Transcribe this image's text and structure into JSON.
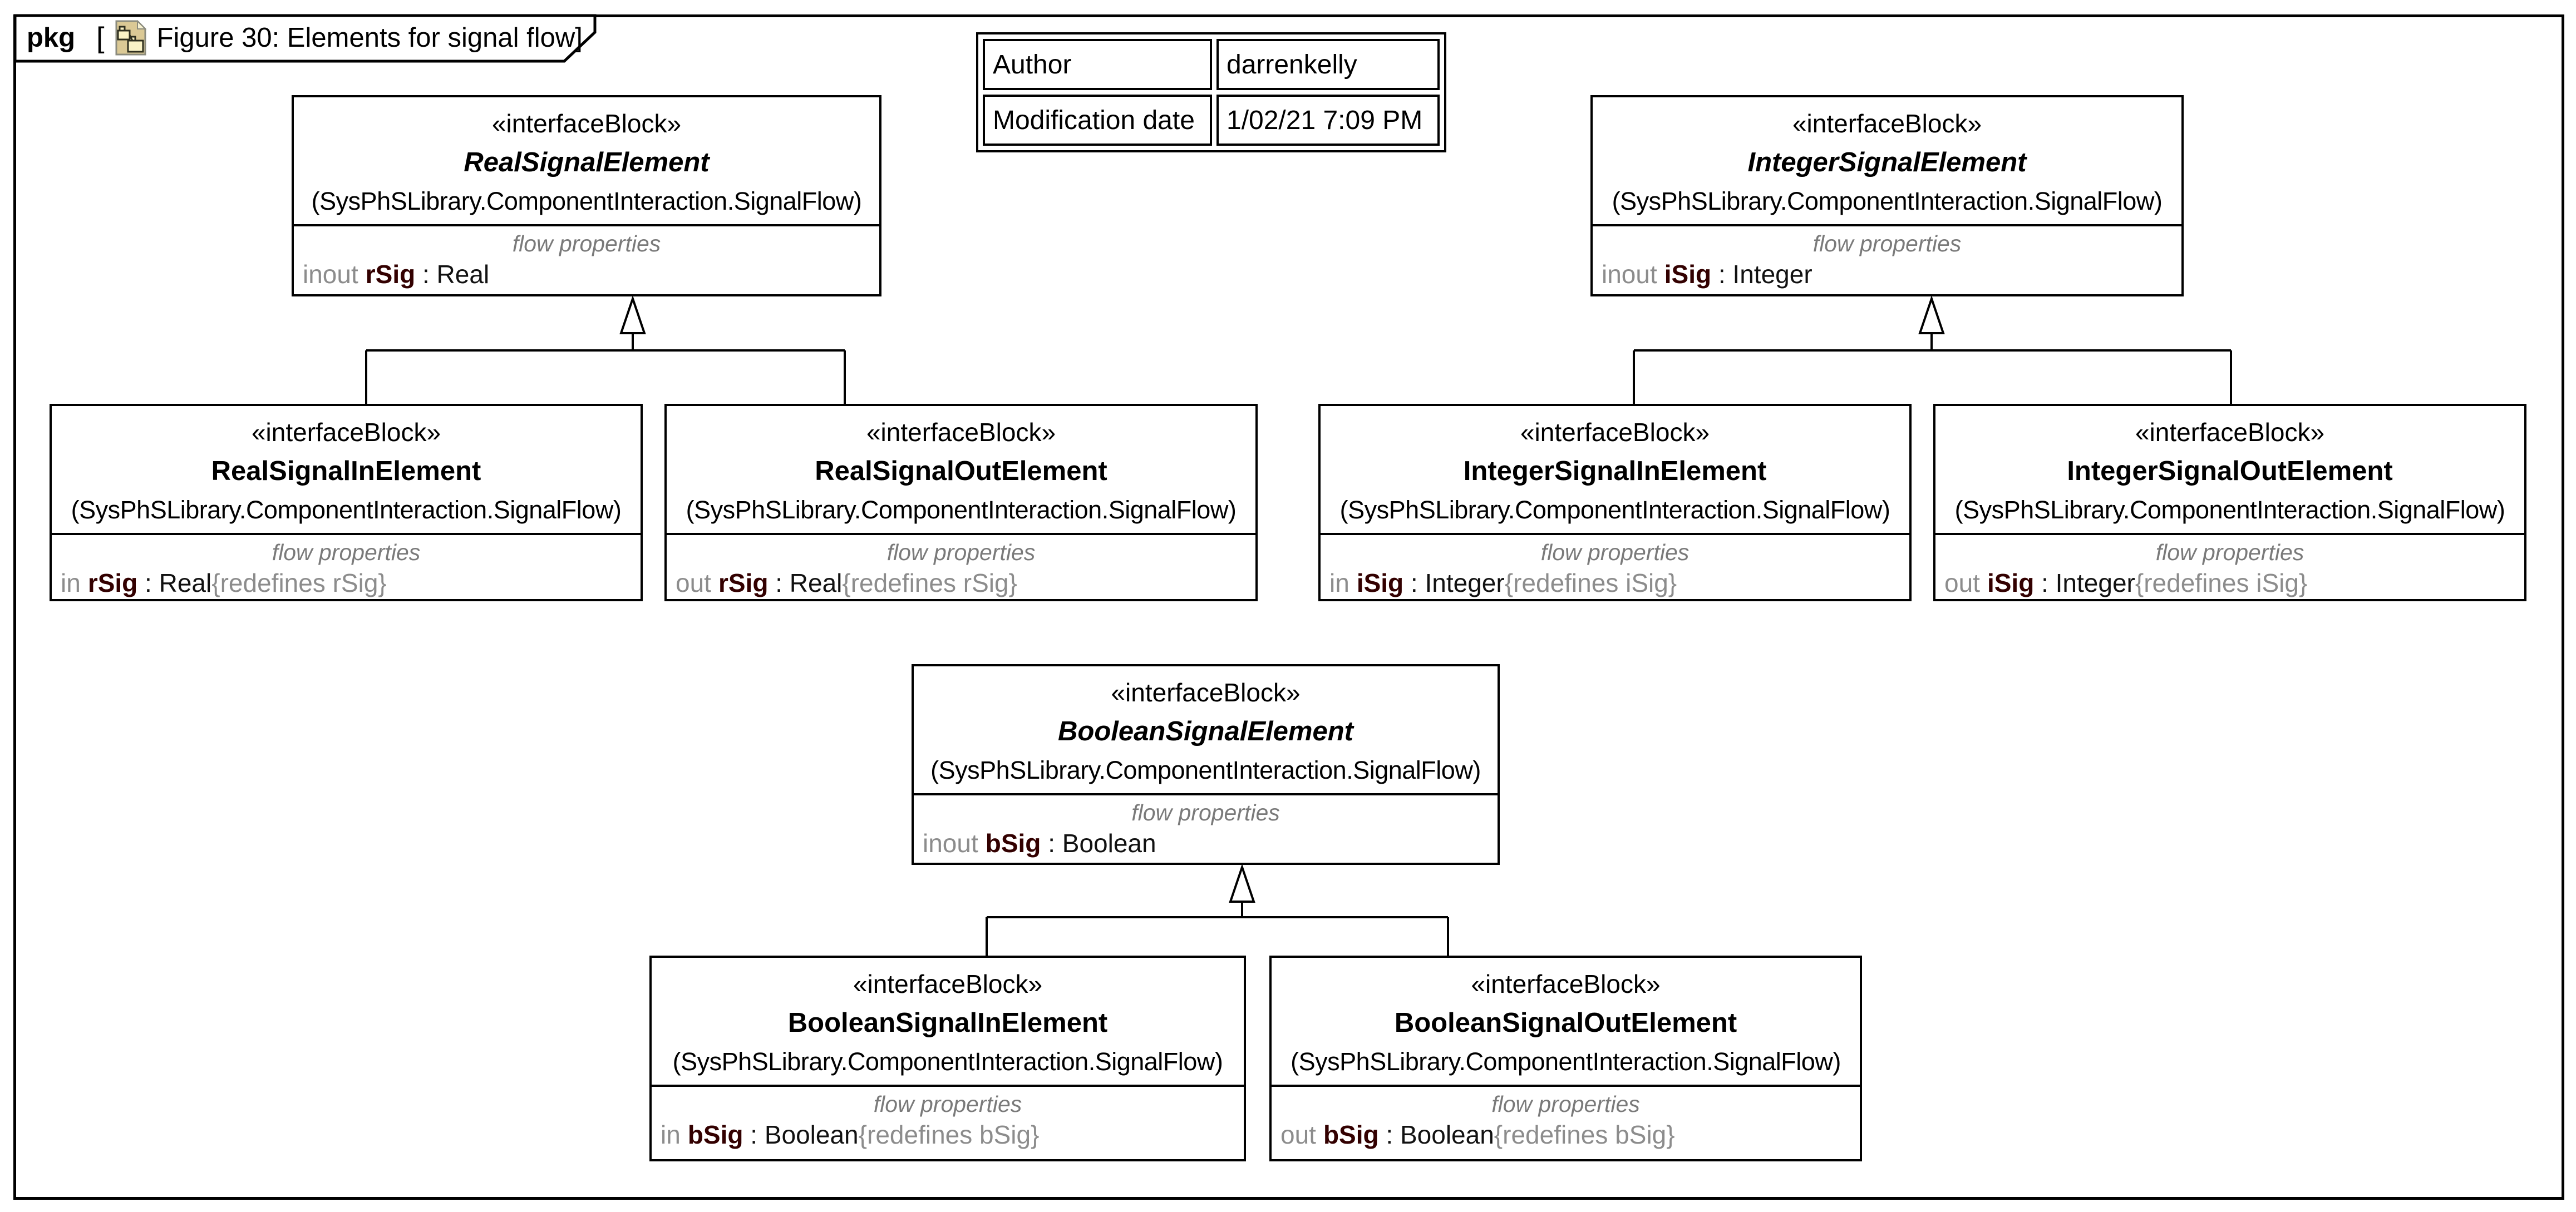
{
  "frame": {
    "tab": {
      "kind_label": "pkg",
      "open_bracket": "[",
      "icon": "package-diagram-icon",
      "title": "Figure 30: Elements for signal flow]"
    }
  },
  "info_table": {
    "rows": [
      {
        "label": "Author",
        "value": "darrenkelly"
      },
      {
        "label": "Modification date",
        "value": "1/02/21 7:09 PM"
      }
    ]
  },
  "blocks": [
    {
      "stereotype": "«interfaceBlock»",
      "name": "RealSignalElement",
      "path": "(SysPhSLibrary.ComponentInteraction.SignalFlow)",
      "compartment_label": "flow properties",
      "property": {
        "dir": "inout",
        "name": "rSig",
        "type": " : Real",
        "redefines": ""
      }
    },
    {
      "stereotype": "«interfaceBlock»",
      "name": "RealSignalInElement",
      "path": "(SysPhSLibrary.ComponentInteraction.SignalFlow)",
      "compartment_label": "flow properties",
      "property": {
        "dir": "in",
        "name": "rSig",
        "type": " : Real",
        "redefines": "{redefines rSig}"
      }
    },
    {
      "stereotype": "«interfaceBlock»",
      "name": "RealSignalOutElement",
      "path": "(SysPhSLibrary.ComponentInteraction.SignalFlow)",
      "compartment_label": "flow properties",
      "property": {
        "dir": "out",
        "name": "rSig",
        "type": " : Real",
        "redefines": "{redefines rSig}"
      }
    },
    {
      "stereotype": "«interfaceBlock»",
      "name": "IntegerSignalElement",
      "path": "(SysPhSLibrary.ComponentInteraction.SignalFlow)",
      "compartment_label": "flow properties",
      "property": {
        "dir": "inout",
        "name": "iSig",
        "type": " : Integer",
        "redefines": ""
      }
    },
    {
      "stereotype": "«interfaceBlock»",
      "name": "IntegerSignalInElement",
      "path": "(SysPhSLibrary.ComponentInteraction.SignalFlow)",
      "compartment_label": "flow properties",
      "property": {
        "dir": "in",
        "name": "iSig",
        "type": " : Integer",
        "redefines": "{redefines iSig}"
      }
    },
    {
      "stereotype": "«interfaceBlock»",
      "name": "IntegerSignalOutElement",
      "path": "(SysPhSLibrary.ComponentInteraction.SignalFlow)",
      "compartment_label": "flow properties",
      "property": {
        "dir": "out",
        "name": "iSig",
        "type": " : Integer",
        "redefines": "{redefines iSig}"
      }
    },
    {
      "stereotype": "«interfaceBlock»",
      "name": "BooleanSignalElement",
      "path": "(SysPhSLibrary.ComponentInteraction.SignalFlow)",
      "compartment_label": "flow properties",
      "property": {
        "dir": "inout",
        "name": "bSig",
        "type": " : Boolean",
        "redefines": ""
      }
    },
    {
      "stereotype": "«interfaceBlock»",
      "name": "BooleanSignalInElement",
      "path": "(SysPhSLibrary.ComponentInteraction.SignalFlow)",
      "compartment_label": "flow properties",
      "property": {
        "dir": "in",
        "name": "bSig",
        "type": " : Boolean",
        "redefines": "{redefines bSig}"
      }
    },
    {
      "stereotype": "«interfaceBlock»",
      "name": "BooleanSignalOutElement",
      "path": "(SysPhSLibrary.ComponentInteraction.SignalFlow)",
      "compartment_label": "flow properties",
      "property": {
        "dir": "out",
        "name": "bSig",
        "type": " : Boolean",
        "redefines": "{redefines bSig}"
      }
    }
  ],
  "generalizations": [
    {
      "child": "RealSignalInElement",
      "parent": "RealSignalElement"
    },
    {
      "child": "RealSignalOutElement",
      "parent": "RealSignalElement"
    },
    {
      "child": "IntegerSignalInElement",
      "parent": "IntegerSignalElement"
    },
    {
      "child": "IntegerSignalOutElement",
      "parent": "IntegerSignalElement"
    },
    {
      "child": "BooleanSignalInElement",
      "parent": "BooleanSignalElement"
    },
    {
      "child": "BooleanSignalOutElement",
      "parent": "BooleanSignalElement"
    }
  ],
  "colors": {
    "line": "#000000",
    "property_direction": "#8c8c8c",
    "property_name": "#330000",
    "redefines_text": "#8c8c8c",
    "compartment_label": "#7a7a7a",
    "icon_body": "#dbc995",
    "icon_inner_fill": "#faf3c6"
  }
}
